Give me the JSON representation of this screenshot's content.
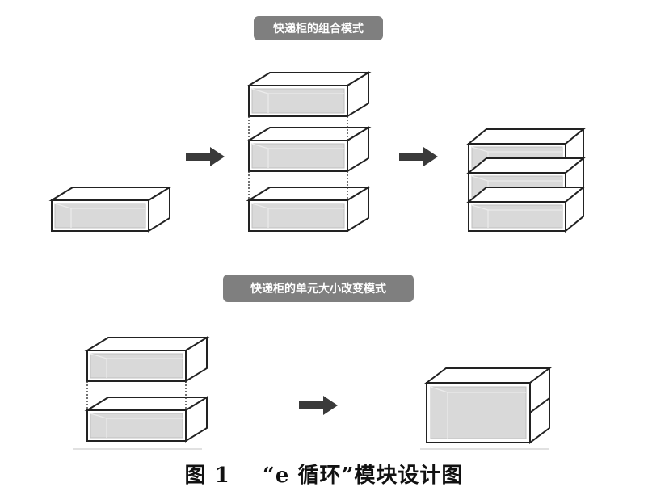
{
  "labels": {
    "combination_mode": "快递柜的组合模式",
    "unit_resize_mode": "快递柜的单元大小改变模式"
  },
  "caption": {
    "figure_number": "图 1",
    "title": "“e 循环”模块设计图"
  },
  "colors": {
    "pill_fill": "#7f7f7f",
    "pill_text": "#ffffff",
    "outline": "#222222",
    "inner_fill": "#d9d9d9",
    "arrow": "#3a3a3a"
  }
}
